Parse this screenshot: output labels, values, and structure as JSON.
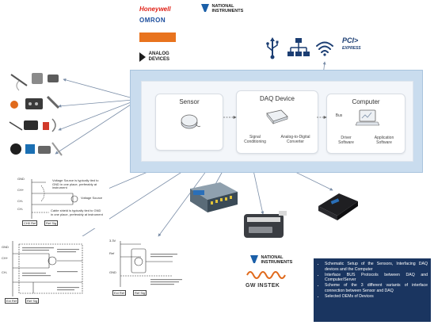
{
  "logos": {
    "honeywell": "Honeywell",
    "omron": "OMRON",
    "orange_brand": "",
    "analog_devices": [
      "ANALOG",
      "DEVICES"
    ],
    "national_instruments": [
      "NATIONAL",
      "INSTRUMENTS"
    ],
    "red_brand": ""
  },
  "bus": {
    "pci_express": [
      "PCI",
      "EXPRESS"
    ]
  },
  "diagram": {
    "sensor_title": "Sensor",
    "daq_title": "DAQ Device",
    "computer_title": "Computer",
    "bus_label": "Bus",
    "signal_conditioning": [
      "Signal",
      "Conditioning"
    ],
    "adc": [
      "Analog-to-Digital",
      "Converter"
    ],
    "driver_software": [
      "Driver",
      "Software"
    ],
    "application_software": [
      "Application",
      "Software"
    ]
  },
  "schematic_top": {
    "labels": [
      "GND",
      "CH+",
      "CH-",
      "CH-"
    ],
    "note1": "Voltage Source is typically tied to GND in one place, preferably at instrument",
    "note2": "Voltage Source",
    "note3": "Cable shield is typically tied to GND in one place, preferably at instrument",
    "button1": "CH0 Ref",
    "button2": "Ref Sig"
  },
  "schematic_bottom_left": {
    "labels": [
      "GND",
      "CH+",
      "CH-"
    ],
    "button1": "Ext Ref",
    "button2": "Ref Sig"
  },
  "schematic_bottom_mid": {
    "labels": [
      "3.3V",
      "Ref",
      "GND"
    ],
    "button1": "Ext Ref",
    "button2": "Ref Sig"
  },
  "ni_bottom": [
    "NATIONAL",
    "INSTRUMENTS"
  ],
  "gw_instek": "GW INSTEK",
  "info": {
    "items": [
      "Schematic Setup of the Sensors, Interfacing DAQ devices and the Computer",
      "Interface BUS Protocols between DAQ and Computer/Server",
      "Scheme of the 3 different variants of interface connection between Sensor and DAQ",
      "Selected OEMs of Devices"
    ]
  },
  "colors": {
    "panel": "#c9dcee",
    "info_bg": "#1a3560",
    "arrow": "#7b8ea8"
  }
}
